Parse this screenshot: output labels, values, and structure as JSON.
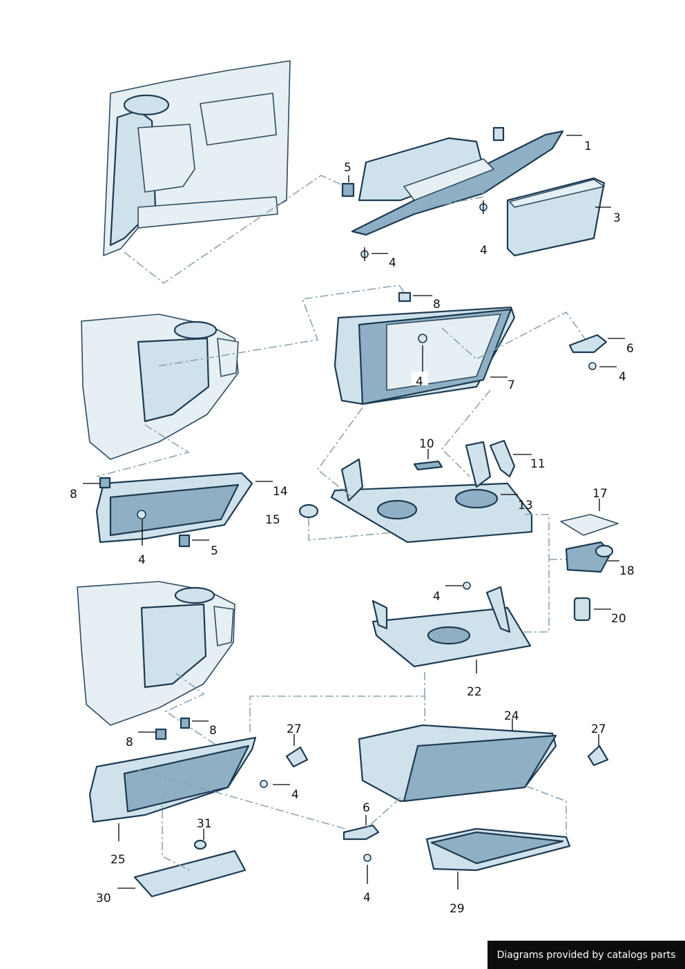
{
  "labels": {
    "p1": "1",
    "p3": "3",
    "p4a": "4",
    "p4b": "4",
    "p5a": "5",
    "p8a": "8",
    "p6a": "6",
    "p4c": "4",
    "p4d": "4",
    "p7": "7",
    "p10": "10",
    "p11": "11",
    "p13": "13",
    "p14": "14",
    "p8b": "8",
    "p15": "15",
    "p4e": "4",
    "p5b": "5",
    "p17": "17",
    "p18": "18",
    "p4f": "4",
    "p20": "20",
    "p22": "22",
    "p24": "24",
    "p27a": "27",
    "p27b": "27",
    "p8c": "8",
    "p8d": "8",
    "p4g": "4",
    "p6b": "6",
    "p31": "31",
    "p25": "25",
    "p30": "30",
    "p4h": "4",
    "p29": "29"
  },
  "footer": {
    "text": "Diagrams provided by catalogs parts"
  },
  "colors": {
    "part": "#cfe1ea",
    "outline": "#1c3a52",
    "dash": "#8aa4b3"
  }
}
